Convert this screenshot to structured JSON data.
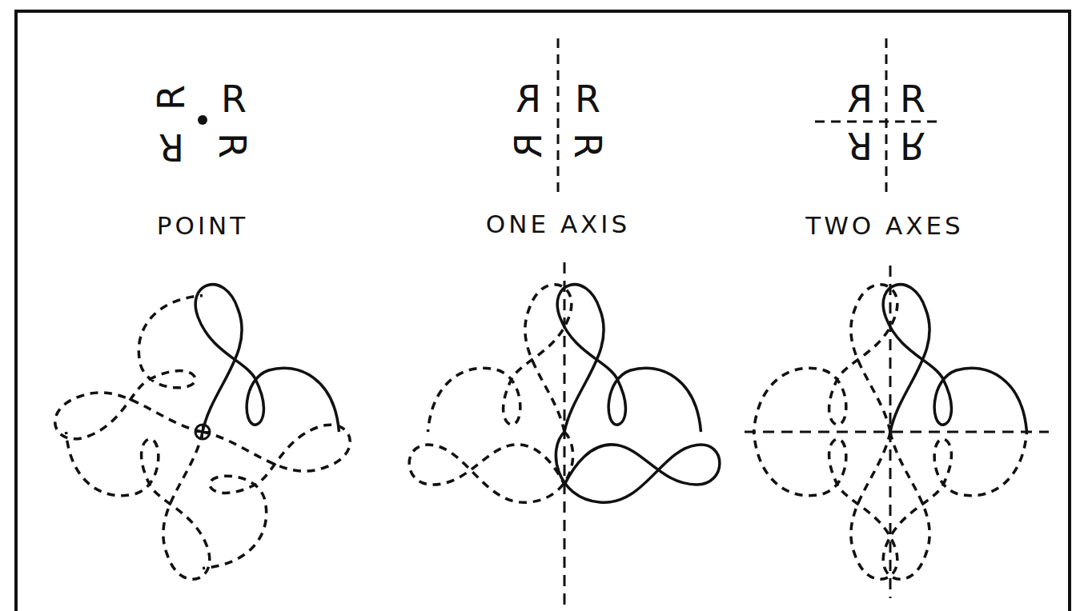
{
  "diagram": {
    "labels": [
      "R",
      "R",
      "R",
      "R",
      "POINT",
      "R",
      "R",
      "R",
      "R",
      "ONE AXIS",
      "R",
      "R",
      "R",
      "R",
      "TWO AXES"
    ]
  }
}
